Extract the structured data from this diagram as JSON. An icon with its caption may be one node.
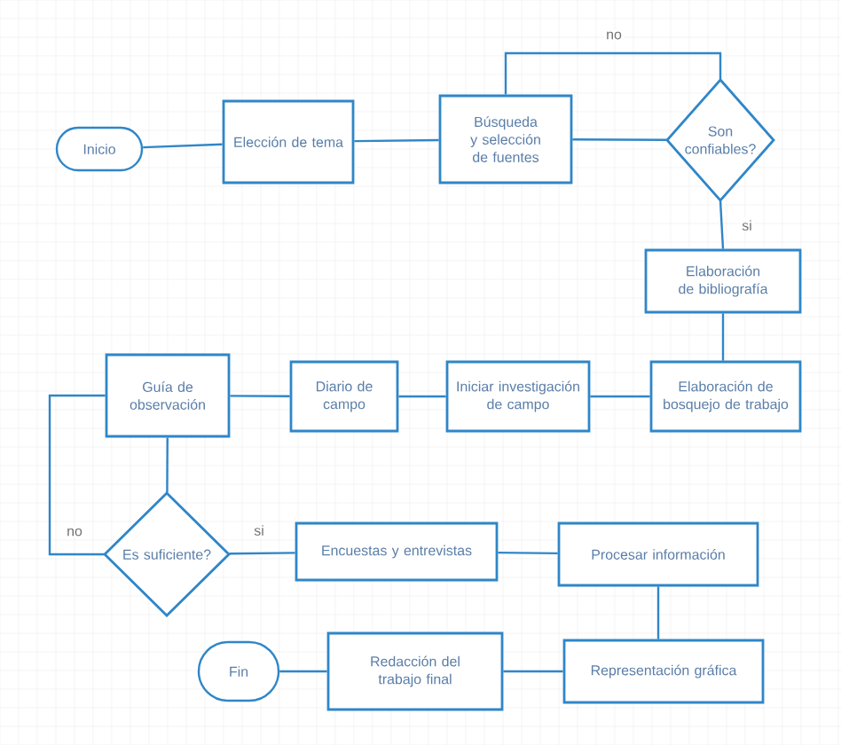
{
  "diagram": {
    "nodes": [
      {
        "text": [
          "Inicio"
        ]
      },
      {
        "text": [
          "Elección de tema"
        ]
      },
      {
        "text": [
          "Búsqueda y selección de fuentes"
        ]
      },
      {
        "text": [
          "Son confiables?"
        ]
      },
      {
        "text": [
          "Elaboración de bibliografía"
        ]
      },
      {
        "text": [
          "Elaboración de bosquejo de trabajo"
        ]
      },
      {
        "text": [
          "Iniciar investigación de campo"
        ]
      },
      {
        "text": [
          "Diario de campo"
        ]
      },
      {
        "text": [
          "Guía de observación"
        ]
      },
      {
        "text": [
          "Es suficiente?"
        ]
      },
      {
        "text": [
          "Encuestas y entrevistas"
        ]
      },
      {
        "text": [
          "Procesar información"
        ]
      },
      {
        "text": [
          "Representación gráfica"
        ]
      },
      {
        "text": [
          "Redacción del trabajo final"
        ]
      },
      {
        "text": [
          "Fin"
        ]
      }
    ],
    "edges": [
      {
        "from": 0,
        "to": 1,
        "arrow": "none"
      },
      {
        "from": 1,
        "to": 2,
        "arrow": "none"
      },
      {
        "from": 2,
        "to": 3,
        "arrow": "none"
      },
      {
        "from": 3,
        "to": 2,
        "arrow": "none",
        "label": "no"
      },
      {
        "from": 3,
        "to": 4,
        "arrow": "none",
        "label": "si"
      },
      {
        "from": 4,
        "to": 5,
        "arrow": "none"
      },
      {
        "from": 5,
        "to": 6,
        "arrow": "none"
      },
      {
        "from": 6,
        "to": 7,
        "arrow": "none"
      },
      {
        "from": 7,
        "to": 8,
        "arrow": "none"
      },
      {
        "from": 8,
        "to": 9,
        "arrow": "none"
      },
      {
        "from": 9,
        "to": 8,
        "arrow": "none",
        "label": "no"
      },
      {
        "from": 9,
        "to": 10,
        "arrow": "none",
        "label": "si"
      },
      {
        "from": 10,
        "to": 11,
        "arrow": "none"
      },
      {
        "from": 11,
        "to": 12,
        "arrow": "none"
      },
      {
        "from": 12,
        "to": 13,
        "arrow": "none"
      },
      {
        "from": 13,
        "to": 14,
        "arrow": "none"
      }
    ]
  }
}
